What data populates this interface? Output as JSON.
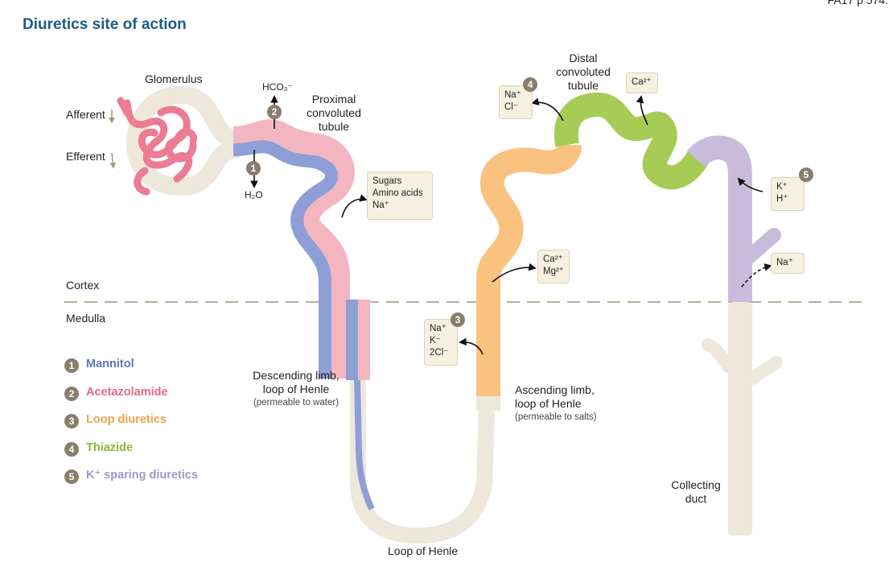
{
  "title": "Diuretics site of action",
  "reference": "FA17 p 574.",
  "labels": {
    "glomerulus": "Glomerulus",
    "afferent": "Afferent",
    "efferent": "Efferent",
    "hco3": "HCO₃⁻",
    "h2o": "H₂O",
    "proximal": [
      "Proximal",
      "convoluted",
      "tubule"
    ],
    "distal": [
      "Distal",
      "convoluted",
      "tubule"
    ],
    "cortex": "Cortex",
    "medulla": "Medulla",
    "descending": [
      "Descending limb,",
      "loop of Henle"
    ],
    "descending_note": "(permeable to water)",
    "ascending": [
      "Ascending limb,",
      "loop of Henle"
    ],
    "ascending_note": "(permeable to salts)",
    "loop": "Loop of Henle",
    "collecting": [
      "Collecting",
      "duct"
    ]
  },
  "boxes": {
    "pct": [
      "Sugars",
      "Amino acids",
      "Na⁺"
    ],
    "asc": [
      "Ca²⁺",
      "Mg²⁺"
    ],
    "loop": [
      "Na⁺",
      "K⁻",
      "2Cl⁻"
    ],
    "dct_left": [
      "Na⁺",
      "Cl⁻"
    ],
    "dct_ca": [
      "Ca²⁺"
    ],
    "cd_k": [
      "K⁺",
      "H⁺"
    ],
    "cd_na": [
      "Na⁺"
    ]
  },
  "markers": [
    "1",
    "2",
    "3",
    "4",
    "5"
  ],
  "legend": [
    {
      "num": "1",
      "label": "Mannitol",
      "color": "#5b78b3"
    },
    {
      "num": "2",
      "label": "Acetazolamide",
      "color": "#e06a86"
    },
    {
      "num": "3",
      "label": "Loop diuretics",
      "color": "#f0a14a"
    },
    {
      "num": "4",
      "label": "Thiazide",
      "color": "#8ab832"
    },
    {
      "num": "5",
      "label": "K⁺ sparing diuretics",
      "color": "#a596c8"
    }
  ],
  "colors": {
    "mannitol": "#8e9fd6",
    "acetazolamide": "#f3b6c0",
    "loop": "#f9c27e",
    "thiazide": "#a7cc55",
    "ksparing": "#c8bcdc",
    "tubule": "#ede7dc",
    "glomerulus": "#ec7b94",
    "badge": "#8a7d6b"
  }
}
